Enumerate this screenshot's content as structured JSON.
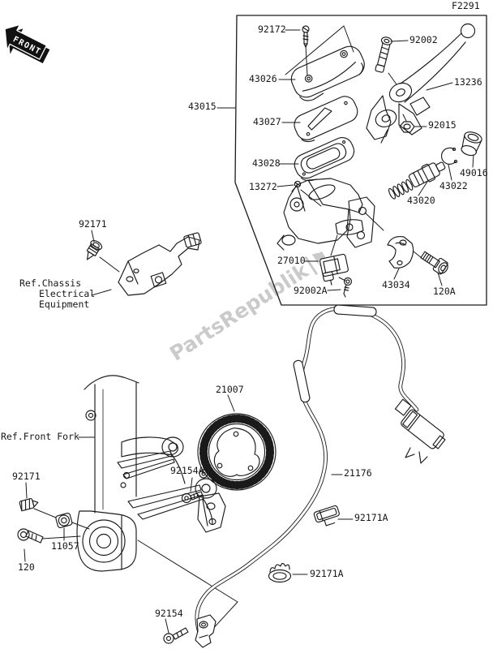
{
  "diagram": {
    "code": "F2291",
    "front": "FRONT",
    "watermark": {
      "text": "PartsRepublik",
      "flag_icon": "⚑"
    },
    "refs": {
      "chassis1": "Ref.Chassis",
      "chassis2": "Electrical",
      "chassis3": "Equipment",
      "front_fork": "Ref.Front Fork"
    },
    "parts": {
      "43015": "43015",
      "92172": "92172",
      "43026": "43026",
      "43027": "43027",
      "43028": "43028",
      "13272": "13272",
      "92002": "92002",
      "13236": "13236",
      "92015": "92015",
      "49016": "49016",
      "43022": "43022",
      "43020": "43020",
      "27010": "27010",
      "92002A": "92002A",
      "43034": "43034",
      "120A": "120A",
      "92171": "92171",
      "21007": "21007",
      "92154A": "92154A",
      "21176": "21176",
      "92171A": "92171A",
      "11057": "11057",
      "120": "120",
      "92154": "92154"
    },
    "colors": {
      "line": "#1a1a1a",
      "watermark": "#9f9f9f",
      "background": "#ffffff"
    }
  }
}
